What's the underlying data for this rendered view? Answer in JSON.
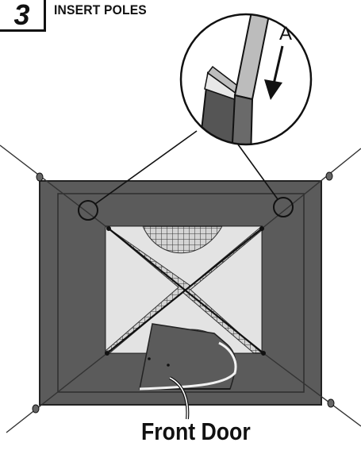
{
  "step": {
    "number": "3",
    "title": "INSERT POLES"
  },
  "callouts": {
    "pole_letter": "A"
  },
  "labels": {
    "front_door": "Front Door"
  },
  "colors": {
    "tent_fill": "#5b5b5b",
    "mesh_bg": "#c8c8c8",
    "panel_light": "#e3e3e3",
    "line": "#111111"
  },
  "icons": {
    "direction_arrow": "arrow-down-icon",
    "corner_circles": "circle-highlight-icon"
  }
}
